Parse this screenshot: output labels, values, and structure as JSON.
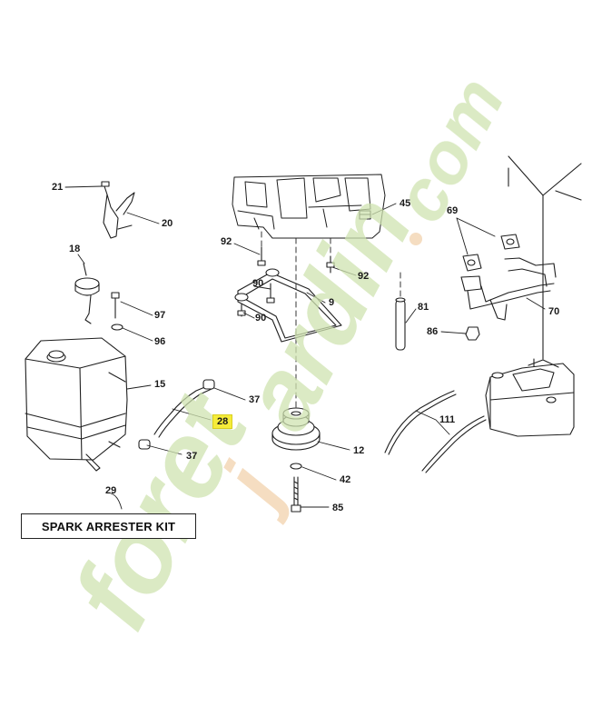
{
  "diagram": {
    "callouts": {
      "c21": "21",
      "c20": "20",
      "c18": "18",
      "c97": "97",
      "c96": "96",
      "c15": "15",
      "c29": "29",
      "c37a": "37",
      "c37b": "37",
      "c28": "28",
      "c92a": "92",
      "c92b": "92",
      "c90a": "90",
      "c90b": "90",
      "c9": "9",
      "c45": "45",
      "c81": "81",
      "c86": "86",
      "c69": "69",
      "c70": "70",
      "c111": "111",
      "c12": "12",
      "c42": "42",
      "c85": "85"
    },
    "highlighted_part": "28",
    "spark_arrester_label": "SPARK ARRESTER KIT"
  },
  "watermark": {
    "text": "foretjardin.com",
    "color": "#c9e0a8"
  },
  "colors": {
    "line": "#1f1f1f",
    "highlight": "#f5ec3a",
    "watermark_green": "#b9d98c",
    "watermark_orange": "#f0c99a"
  }
}
